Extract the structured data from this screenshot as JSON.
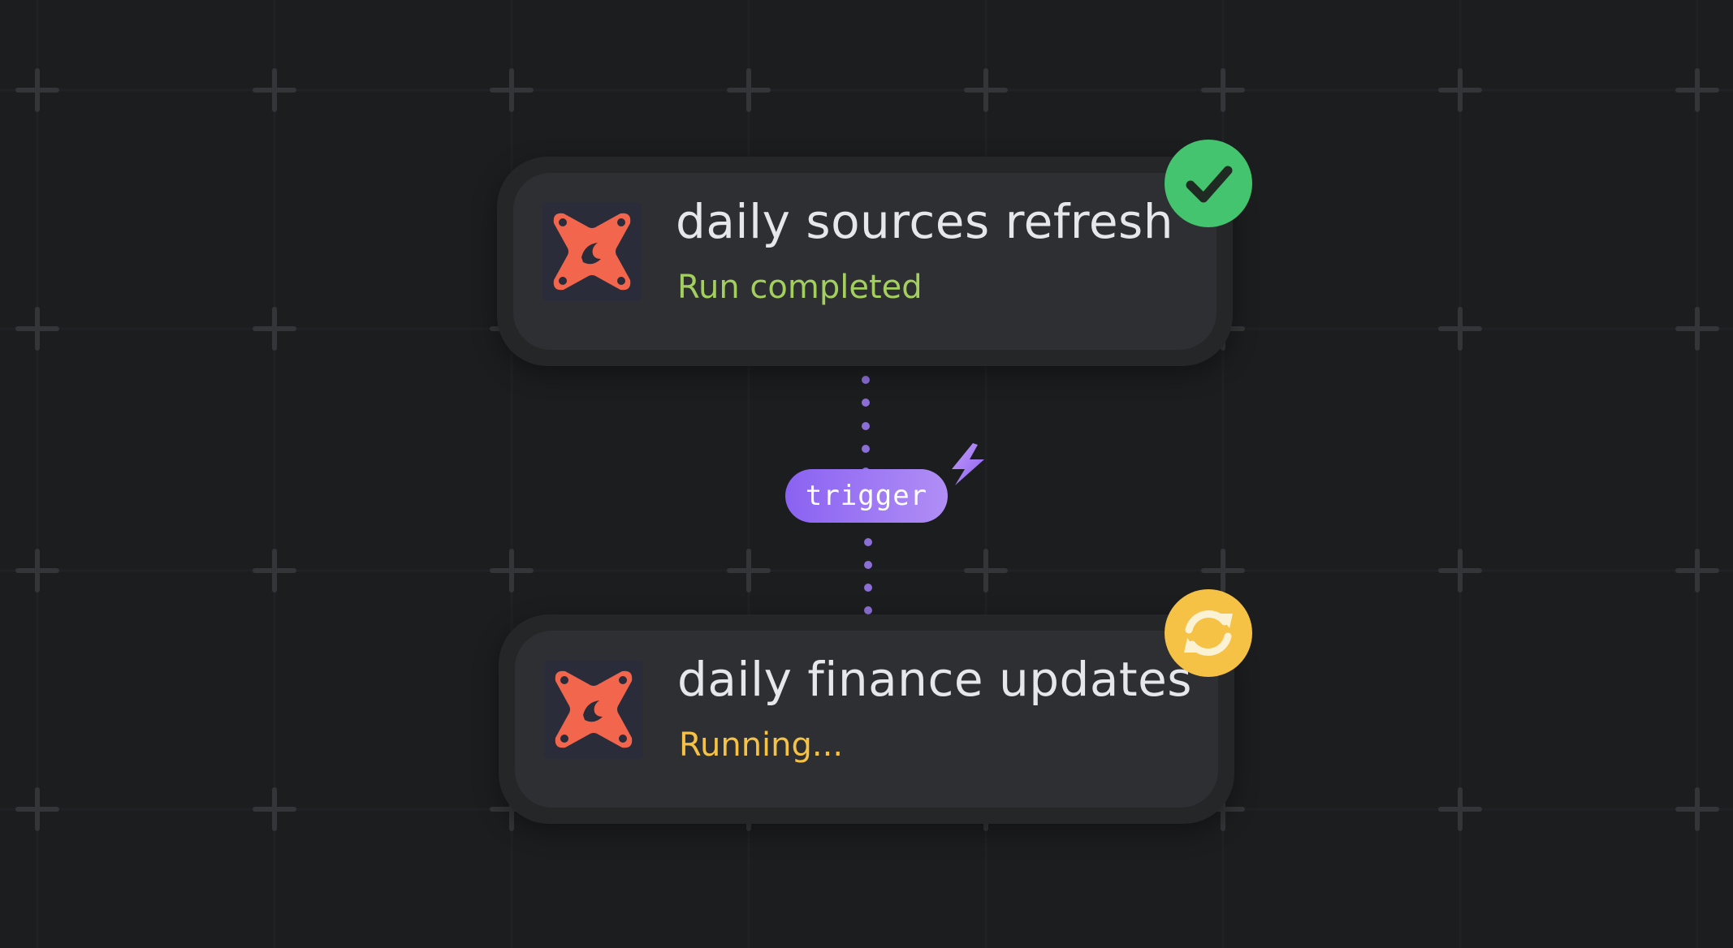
{
  "jobs": [
    {
      "name": "daily sources refresh",
      "status_text": "Run completed",
      "status": "success",
      "status_color": "#a3cf5e",
      "badge_color": "#44c46e",
      "badge_icon": "checkmark-icon",
      "app_icon": "dbt-logo-icon"
    },
    {
      "name": "daily finance updates",
      "status_text": "Running...",
      "status": "running",
      "status_color": "#f6c245",
      "badge_color": "#f6c245",
      "badge_icon": "sync-icon",
      "app_icon": "dbt-logo-icon"
    }
  ],
  "trigger": {
    "label": "trigger",
    "icon": "lightning-bolt-icon",
    "color": "#9a75f3"
  },
  "colors": {
    "background": "#1c1d1f",
    "card": "#2e2f32",
    "connector": "#8b6fd6",
    "logo": "#f1664c"
  }
}
